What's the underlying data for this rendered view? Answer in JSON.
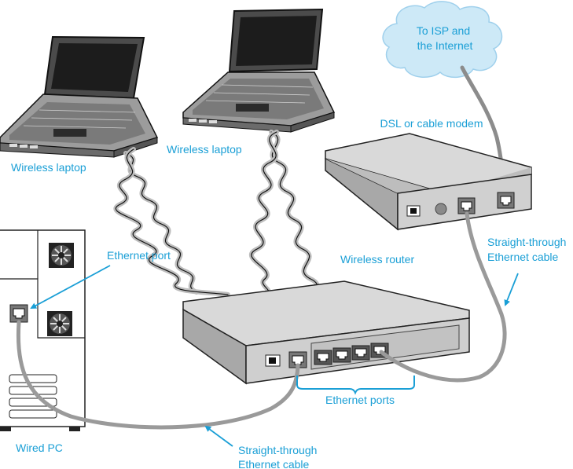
{
  "labels": {
    "cloud_line1": "To ISP and",
    "cloud_line2": "the Internet",
    "modem": "DSL or cable modem",
    "laptop_left": "Wireless laptop",
    "laptop_center": "Wireless laptop",
    "ethernet_port": "Ethernet port",
    "router": "Wireless router",
    "cable_right_line1": "Straight-through",
    "cable_right_line2": "Ethernet cable",
    "ethernet_ports": "Ethernet ports",
    "wired_pc": "Wired PC",
    "cable_bottom_line1": "Straight-through",
    "cable_bottom_line2": "Ethernet cable"
  },
  "colors": {
    "label": "#1a9fd6",
    "cloud_fill": "#cde9f7",
    "cable": "#9a9a9a"
  },
  "icons": {
    "cloud": "internet-cloud-icon",
    "modem": "modem-icon",
    "router": "router-icon",
    "laptop": "laptop-icon",
    "pc": "desktop-tower-icon",
    "wireless": "wireless-signal-icon"
  }
}
